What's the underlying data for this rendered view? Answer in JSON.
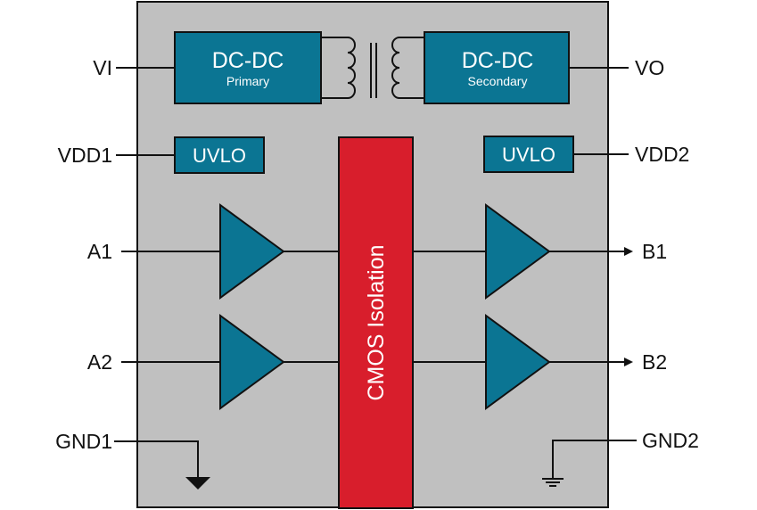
{
  "colors": {
    "package_fill": "#c0c0c0",
    "block_fill": "#0b7593",
    "isolation_fill": "#d81e2c",
    "outline": "#111111",
    "text_on_block": "#ffffff"
  },
  "pins": {
    "left": [
      {
        "label": "VI"
      },
      {
        "label": "VDD1"
      },
      {
        "label": "A1"
      },
      {
        "label": "A2"
      },
      {
        "label": "GND1"
      }
    ],
    "right": [
      {
        "label": "VO"
      },
      {
        "label": "VDD2"
      },
      {
        "label": "B1"
      },
      {
        "label": "B2"
      },
      {
        "label": "GND2"
      }
    ]
  },
  "blocks": {
    "dcdc_primary": {
      "title": "DC-DC",
      "subtitle": "Primary"
    },
    "dcdc_secondary": {
      "title": "DC-DC",
      "subtitle": "Secondary"
    },
    "uvlo_left": {
      "label": "UVLO"
    },
    "uvlo_right": {
      "label": "UVLO"
    },
    "isolation": {
      "label": "CMOS Isolation"
    }
  },
  "icons": {
    "transformer": "transformer-icon",
    "buffers": "buffer-triangle-icon",
    "ground_left": "ground-arrow-icon",
    "ground_right": "earth-ground-icon",
    "output_arrows": "arrow-right-icon"
  }
}
